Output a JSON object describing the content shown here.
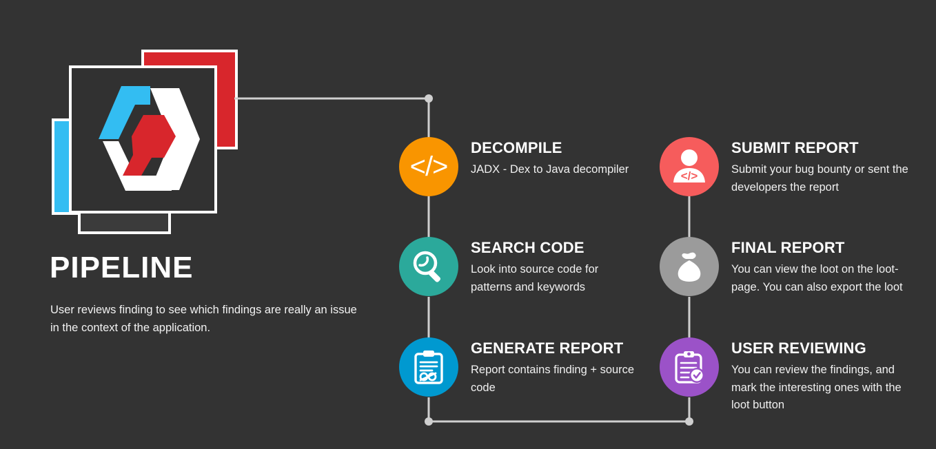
{
  "theme": {
    "background": "#333333",
    "text_primary": "#ffffff",
    "text_secondary": "#f0f0f0",
    "connector": "#cfcfcf"
  },
  "brand": {
    "title": "PIPELINE",
    "description": "User reviews finding to see which findings are really an issue in the context of the application.",
    "logo_name": "pipeline-hex-logo",
    "card_colors": {
      "red": "#D8262C",
      "blue": "#33BDF2",
      "dark": "#3b3b3b",
      "main": "#313131",
      "logo_blue": "#33BDF2",
      "logo_red": "#D8262C",
      "logo_white": "#ffffff"
    }
  },
  "steps": [
    {
      "id": "decompile",
      "title": "DECOMPILE",
      "description": "JADX - Dex to Java decompiler",
      "color": "#F99500",
      "icon": "code-brackets-icon",
      "column": "left"
    },
    {
      "id": "search-code",
      "title": "SEARCH CODE",
      "description": "Look into source code for patterns and keywords",
      "color": "#2BA99B",
      "icon": "magnifier-icon",
      "column": "left"
    },
    {
      "id": "generate-report",
      "title": "GENERATE REPORT",
      "description": "Report contains finding + source code",
      "color": "#0099D0",
      "icon": "clipboard-code-icon",
      "column": "left"
    },
    {
      "id": "submit-report",
      "title": "SUBMIT REPORT",
      "description": "Submit your bug bounty or sent the developers the report",
      "color": "#F65C5C",
      "icon": "developer-person-icon",
      "column": "right"
    },
    {
      "id": "final-report",
      "title": "FINAL REPORT",
      "description": "You can view the loot on the loot-page. You can also export the loot",
      "color": "#9B9B9B",
      "icon": "loot-bag-icon",
      "column": "right"
    },
    {
      "id": "user-reviewing",
      "title": "USER REVIEWING",
      "description": "You can review the findings, and mark the interesting ones with the loot button",
      "color": "#9B52C8",
      "icon": "clipboard-check-icon",
      "column": "right"
    }
  ]
}
